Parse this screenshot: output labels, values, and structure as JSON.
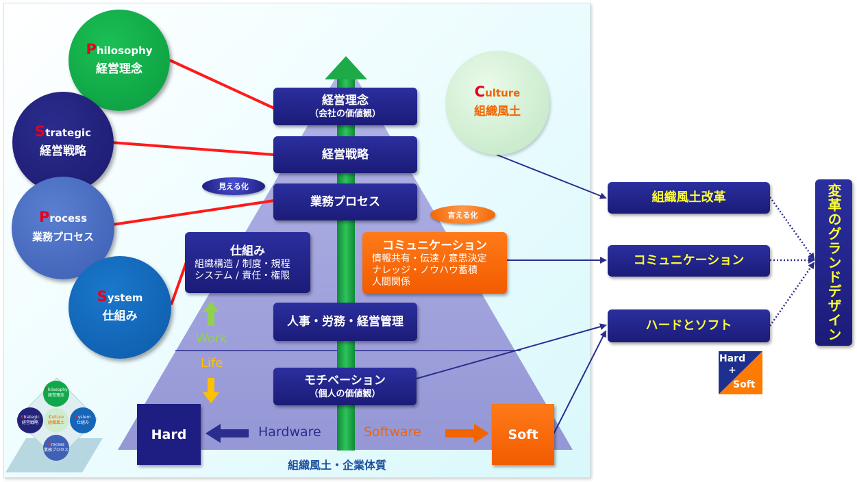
{
  "circles": {
    "philosophy": {
      "cap": "P",
      "rest": "hilosophy",
      "jp": "経営理念"
    },
    "strategic": {
      "cap": "S",
      "rest": "trategic",
      "jp": "経営戦略"
    },
    "process": {
      "cap": "P",
      "rest": "rocess",
      "jp": "業務プロセス"
    },
    "system": {
      "cap": "S",
      "rest": "ystem",
      "jp": "仕組み"
    },
    "culture": {
      "cap": "C",
      "rest": "ulture",
      "jp": "組織風土"
    }
  },
  "pyramid": {
    "philosophy_box": {
      "title": "経営理念",
      "sub": "（会社の価値観）"
    },
    "strategy_box": {
      "title": "経営戦略"
    },
    "process_box": {
      "title": "業務プロセス"
    },
    "hr_box": {
      "title": "人事・労務・経営管理"
    },
    "motivation_box": {
      "title": "モチベーション",
      "sub": "（個人の価値観）"
    },
    "system_box": {
      "title": "仕組み",
      "lines": [
        "組織構造 / 制度・規程",
        "システム / 責任・権限"
      ]
    },
    "comm_box": {
      "title": "コミュニケーション",
      "lines": [
        "情報共有・伝達 / 意思決定",
        "ナレッジ・ノウハウ蓄積",
        "人間関係"
      ]
    },
    "visualize_label": "見える化",
    "verbalize_label": "言える化",
    "work_label": "Work",
    "life_label": "Life",
    "hardware_label": "Hardware",
    "software_label": "Software",
    "hard_box": "Hard",
    "soft_box": "Soft",
    "base_label": "組織風土・企業体質"
  },
  "right": {
    "culture_reform": "組織風土改革",
    "communication": "コミュニケーション",
    "hard_soft": "ハードとソフト",
    "grand_design": "変革のグランドデザイン",
    "badge_hard": "Hard",
    "badge_plus": "+",
    "badge_soft": "Soft"
  },
  "mini": {
    "philosophy": {
      "cap": "P",
      "rest": "hilosophy",
      "jp": "経営理念"
    },
    "strategic": {
      "cap": "S",
      "rest": "trategic",
      "jp": "経営戦略"
    },
    "culture": {
      "cap": "C",
      "rest": "ulture",
      "jp": "組織風土"
    },
    "system": {
      "cap": "S",
      "rest": "ystem",
      "jp": "仕組み"
    },
    "process": {
      "cap": "P",
      "rest": "rocess",
      "jp": "業務プロセス"
    }
  },
  "colors": {
    "navy": "#1e1e82",
    "orange": "#f26400",
    "accent_red": "#e8001c",
    "pyramid": "#9c9ddc",
    "green_arrow": "#1faa4a"
  }
}
